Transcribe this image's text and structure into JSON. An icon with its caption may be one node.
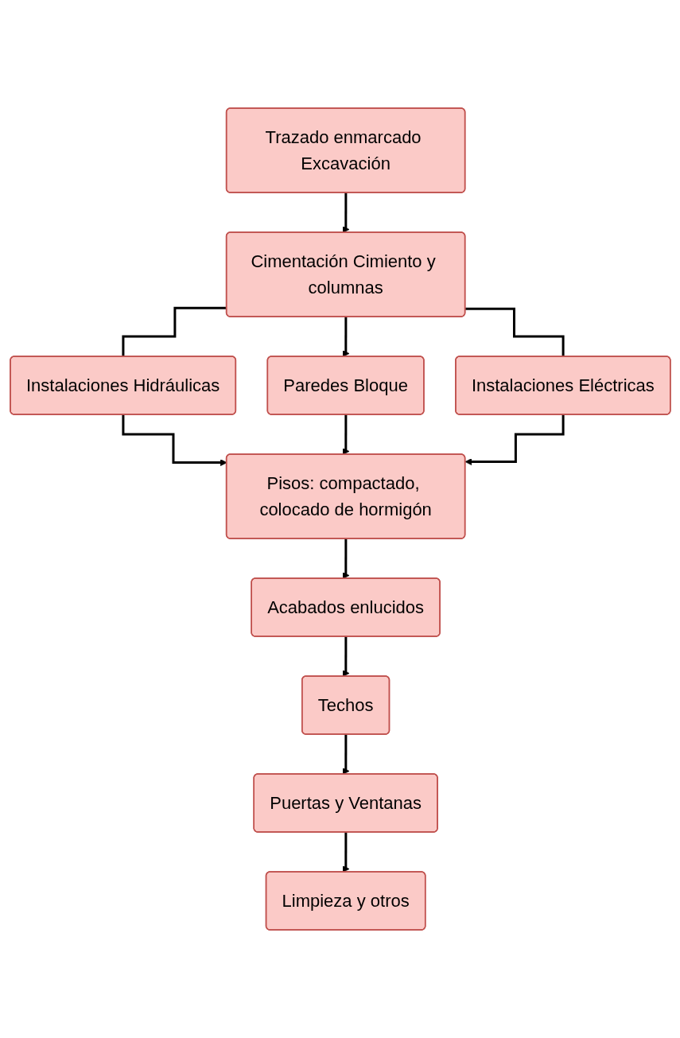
{
  "diagram": {
    "nodes": [
      {
        "text": [
          "Trazado enmarcado Excavación"
        ]
      },
      {
        "text": [
          "Cimentación Cimiento y columnas"
        ]
      },
      {
        "text": [
          "Instalaciones Hidráulicas"
        ]
      },
      {
        "text": [
          "Paredes Bloque"
        ]
      },
      {
        "text": [
          "Instalaciones Eléctricas"
        ]
      },
      {
        "text": [
          "Pisos: compactado, colocado de hormigón"
        ]
      },
      {
        "text": [
          "Acabados enlucidos"
        ]
      },
      {
        "text": [
          "Techos"
        ]
      },
      {
        "text": [
          "Puertas y Ventanas"
        ]
      },
      {
        "text": [
          "Limpieza y otros"
        ]
      }
    ],
    "edges": [
      {
        "from": 0,
        "to": 1,
        "arrow": "to"
      },
      {
        "from": 1,
        "to": 2,
        "arrow": "none"
      },
      {
        "from": 1,
        "to": 3,
        "arrow": "to"
      },
      {
        "from": 1,
        "to": 4,
        "arrow": "none"
      },
      {
        "from": 2,
        "to": 5,
        "arrow": "to"
      },
      {
        "from": 3,
        "to": 5,
        "arrow": "to"
      },
      {
        "from": 4,
        "to": 5,
        "arrow": "to"
      },
      {
        "from": 5,
        "to": 6,
        "arrow": "to"
      },
      {
        "from": 6,
        "to": 7,
        "arrow": "to"
      },
      {
        "from": 7,
        "to": 8,
        "arrow": "to"
      },
      {
        "from": 8,
        "to": 9,
        "arrow": "to"
      }
    ]
  }
}
